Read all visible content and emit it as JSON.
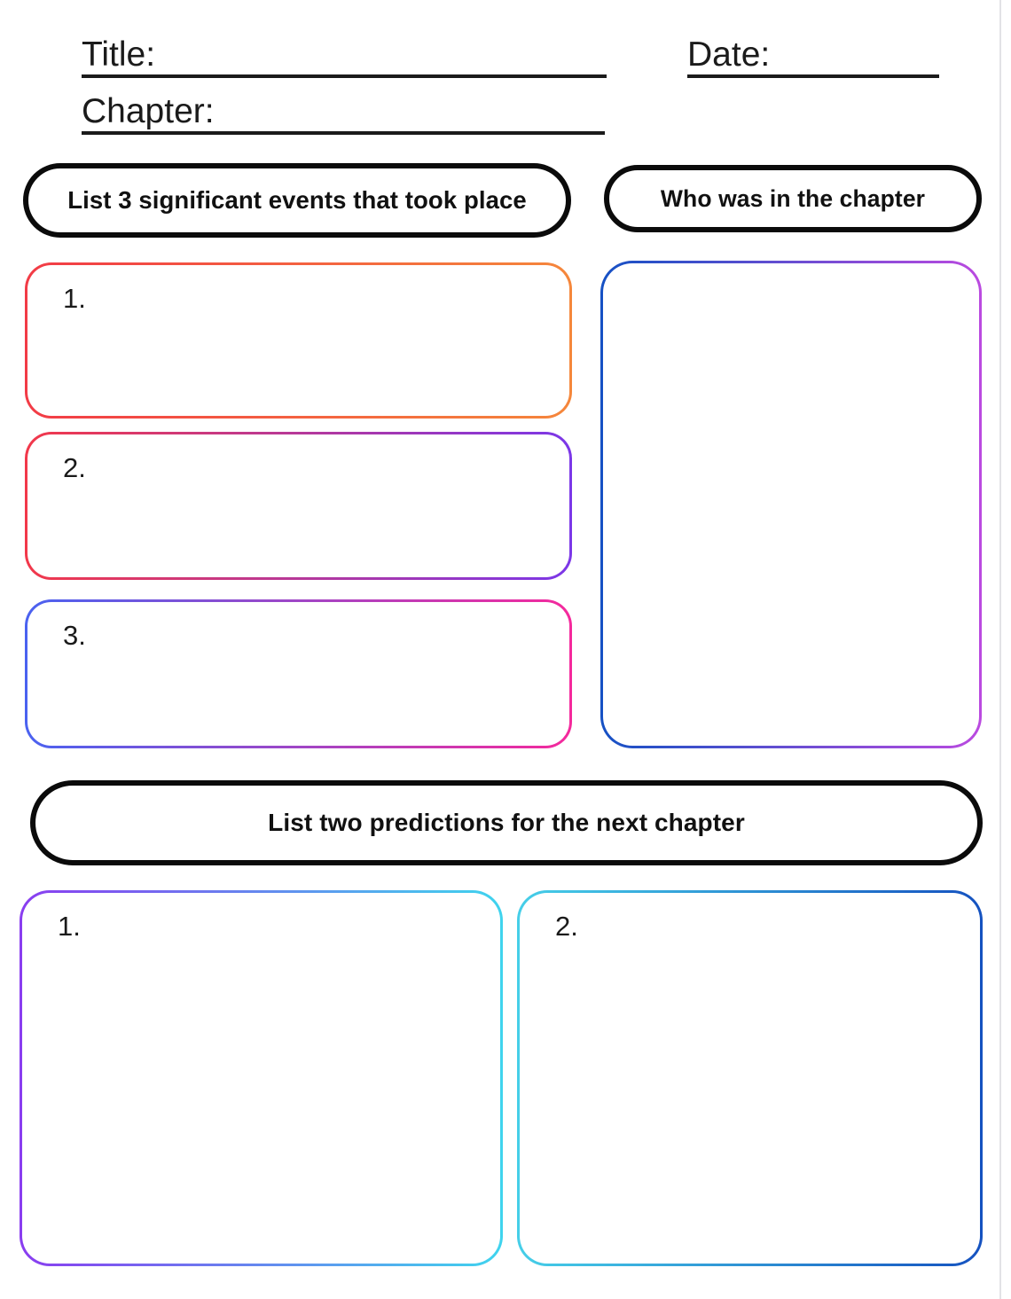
{
  "worksheet": {
    "header": {
      "title": {
        "label": "Title:",
        "value": ""
      },
      "date": {
        "label": "Date:",
        "value": ""
      },
      "chapter": {
        "label": "Chapter:",
        "value": ""
      }
    },
    "sections": [
      {
        "id": "significant-events",
        "banner": "List 3 significant events that took place",
        "boxes": [
          {
            "number": "1.",
            "answer": "",
            "gradient_from": "#f23b46",
            "gradient_to": "#f5873b"
          },
          {
            "number": "2.",
            "answer": "",
            "gradient_from": "#f2384a",
            "gradient_to": "#7b37e8"
          },
          {
            "number": "3.",
            "answer": "",
            "gradient_from": "#4a62f0",
            "gradient_to": "#f5299c"
          }
        ]
      },
      {
        "id": "who-was-in-chapter",
        "banner": "Who was in the chapter",
        "boxes": [
          {
            "number": "",
            "answer": "",
            "gradient_from": "#1551c4",
            "gradient_to": "#bb4ae0"
          }
        ]
      },
      {
        "id": "predictions",
        "banner": "List two predictions for the next chapter",
        "boxes": [
          {
            "number": "1.",
            "answer": "",
            "gradient_from": "#8a3df0",
            "gradient_to": "#3fd4ee"
          },
          {
            "number": "2.",
            "answer": "",
            "gradient_from": "#46cfe8",
            "gradient_to": "#1552c0"
          }
        ]
      }
    ],
    "colors": {
      "banner_stroke": "#0b0b0b",
      "rule_line": "#1b1b1b",
      "page_background": "#ffffff",
      "text": "#1a1a1a"
    }
  }
}
